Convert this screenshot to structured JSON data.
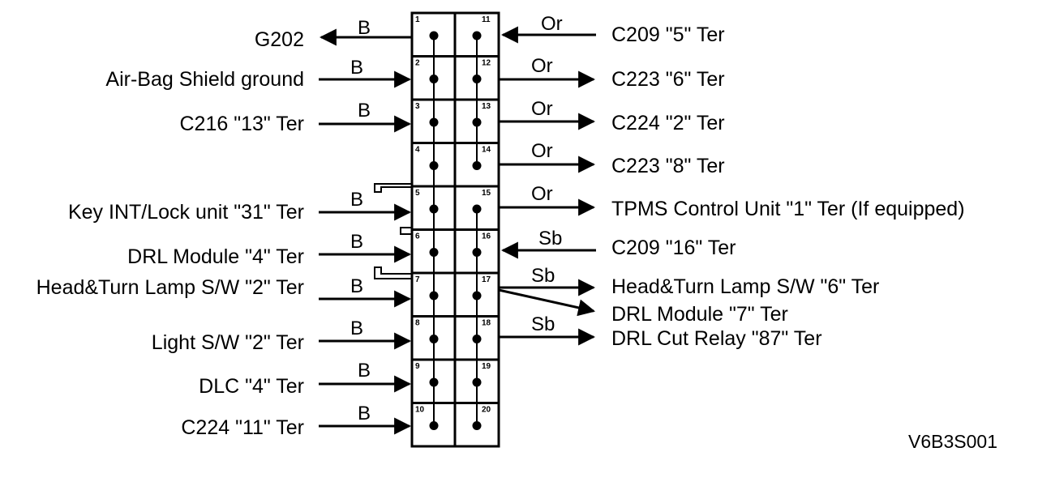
{
  "diagram": {
    "reference_code": "V6B3S001",
    "left_connections": [
      {
        "pin": "1",
        "label": "G202",
        "wire": "B",
        "direction": "out"
      },
      {
        "pin": "2",
        "label": "Air-Bag Shield ground",
        "wire": "B",
        "direction": "in"
      },
      {
        "pin": "3",
        "label": "C216 \"13\" Ter",
        "wire": "B",
        "direction": "in"
      },
      {
        "pin": "5",
        "label": "Key INT/Lock unit \"31\" Ter",
        "wire": "B",
        "direction": "in"
      },
      {
        "pin": "6",
        "label": "DRL Module \"4\" Ter",
        "wire": "B",
        "direction": "in"
      },
      {
        "pin": "7",
        "label": "Head&Turn Lamp S/W \"2\" Ter",
        "wire": "B",
        "direction": "in"
      },
      {
        "pin": "8",
        "label": "Light S/W \"2\" Ter",
        "wire": "B",
        "direction": "in"
      },
      {
        "pin": "9",
        "label": "DLC \"4\" Ter",
        "wire": "B",
        "direction": "in"
      },
      {
        "pin": "10",
        "label": "C224 \"11\" Ter",
        "wire": "B",
        "direction": "in"
      }
    ],
    "right_connections": [
      {
        "pin": "11",
        "label": "C209 \"5\" Ter",
        "wire": "Or",
        "direction": "in"
      },
      {
        "pin": "12",
        "label": "C223 \"6\" Ter",
        "wire": "Or",
        "direction": "out"
      },
      {
        "pin": "13",
        "label": "C224 \"2\" Ter",
        "wire": "Or",
        "direction": "out"
      },
      {
        "pin": "14",
        "label": "C223 \"8\" Ter",
        "wire": "Or",
        "direction": "out"
      },
      {
        "pin": "15",
        "label": "TPMS Control Unit \"1\" Ter (If equipped)",
        "wire": "Or",
        "direction": "out"
      },
      {
        "pin": "16",
        "label": "C209 \"16\" Ter",
        "wire": "Sb",
        "direction": "in"
      },
      {
        "pin": "17",
        "label": "Head&Turn Lamp S/W \"6\" Ter",
        "wire": "Sb",
        "direction": "out"
      },
      {
        "pin": "17",
        "label": "DRL Module \"7\" Ter",
        "wire": "",
        "direction": "out"
      },
      {
        "pin": "18",
        "label": "DRL Cut Relay \"87\" Ter",
        "wire": "Sb",
        "direction": "out"
      }
    ],
    "pins_left": [
      "1",
      "2",
      "3",
      "4",
      "5",
      "6",
      "7",
      "8",
      "9",
      "10"
    ],
    "pins_right": [
      "11",
      "12",
      "13",
      "14",
      "15",
      "16",
      "17",
      "18",
      "19",
      "20"
    ]
  }
}
